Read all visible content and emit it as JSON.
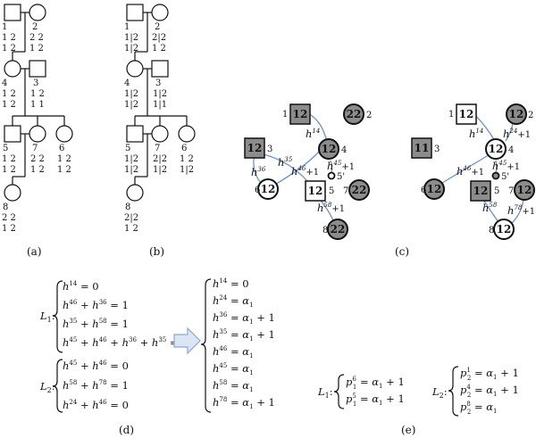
{
  "panel_labels": {
    "a": "(a)",
    "b": "(b)",
    "c": "(c)",
    "d": "(d)",
    "e": "(e)"
  },
  "pedigree_a": {
    "ind1": {
      "id": "1",
      "g1": "1 2",
      "g2": "1 2"
    },
    "ind2": {
      "id": "2",
      "g1": "2 2",
      "g2": "1 2"
    },
    "ind3": {
      "id": "3",
      "g1": "1 2",
      "g2": "1 1"
    },
    "ind4": {
      "id": "4",
      "g1": "1 2",
      "g2": "1 2"
    },
    "ind5": {
      "id": "5",
      "g1": "1 2",
      "g2": "1 2"
    },
    "ind6": {
      "id": "6",
      "g1": "1 2",
      "g2": "1 2"
    },
    "ind7": {
      "id": "7",
      "g1": "2 2",
      "g2": "1 2"
    },
    "ind8": {
      "id": "8",
      "g1": "2 2",
      "g2": "1 2"
    }
  },
  "pedigree_b": {
    "ind1": {
      "id": "1",
      "g1": "1|2",
      "g2": "1|2"
    },
    "ind2": {
      "id": "2",
      "g1": "2|2",
      "g2": "1 2"
    },
    "ind3": {
      "id": "3",
      "g1": "1|2",
      "g2": "1|1"
    },
    "ind4": {
      "id": "4",
      "g1": "1|2",
      "g2": "1|2"
    },
    "ind5": {
      "id": "5",
      "g1": "1|2",
      "g2": "1|2"
    },
    "ind6": {
      "id": "6",
      "g1": "1 2",
      "g2": "1|2"
    },
    "ind7": {
      "id": "7",
      "g1": "2|2",
      "g2": "1|2"
    },
    "ind8": {
      "id": "8",
      "g1": "2|2",
      "g2": "1 2"
    }
  },
  "graph_left": {
    "nodes": {
      "n1": {
        "label": "12",
        "id": "1"
      },
      "n2": {
        "label": "22",
        "id": "2"
      },
      "n3": {
        "label": "12",
        "id": "3"
      },
      "n4": {
        "label": "12",
        "id": "4"
      },
      "n5": {
        "label": "12",
        "id": "5"
      },
      "n5p": {
        "id": "5'"
      },
      "n6": {
        "label": "12",
        "id": "6"
      },
      "n7": {
        "label": "22",
        "id": "7"
      },
      "n8": {
        "label": "22",
        "id": "8"
      }
    },
    "edges": {
      "h14": "h",
      "h14s": "14",
      "h35": "h",
      "h35s": "35",
      "h36": "h",
      "h36s": "36",
      "h46": "h",
      "h46s": "46",
      "h46tail": "+1",
      "h45": "h",
      "h45s": "45",
      "h45tail": "+1",
      "h58": "h",
      "h58s": "58",
      "h58tail": "+1"
    }
  },
  "graph_right": {
    "nodes": {
      "n1": {
        "label": "12",
        "id": "1"
      },
      "n2": {
        "label": "12",
        "id": "2"
      },
      "n3": {
        "label": "11",
        "id": "3"
      },
      "n4": {
        "label": "12",
        "id": "4"
      },
      "n5": {
        "label": "12",
        "id": "5"
      },
      "n5p": {
        "id": "5'"
      },
      "n6": {
        "label": "12",
        "id": "6"
      },
      "n7": {
        "label": "12",
        "id": "7"
      },
      "n8": {
        "label": "12",
        "id": "8"
      }
    },
    "edges": {
      "h14": "h",
      "h14s": "14",
      "h24": "h",
      "h24s": "24",
      "h24tail": "+1",
      "h46": "h",
      "h46s": "46",
      "h46tail": "+1",
      "h45": "h",
      "h45s": "45",
      "h45tail": "+1",
      "h58": "h",
      "h58s": "58",
      "h78": "h",
      "h78s": "78",
      "h78tail": "+1"
    }
  },
  "system_d": {
    "L1_name": "L",
    "L1_sub": "1",
    "L1_eqs": [
      {
        "terms": [
          {
            "b": "h",
            "s": "14"
          }
        ],
        "rhs": " = 0"
      },
      {
        "terms": [
          {
            "b": "h",
            "s": "46"
          },
          {
            "op": " + "
          },
          {
            "b": "h",
            "s": "36"
          }
        ],
        "rhs": " = 1"
      },
      {
        "terms": [
          {
            "b": "h",
            "s": "35"
          },
          {
            "op": " + "
          },
          {
            "b": "h",
            "s": "58"
          }
        ],
        "rhs": " = 1"
      },
      {
        "terms": [
          {
            "b": "h",
            "s": "45"
          },
          {
            "op": " + "
          },
          {
            "b": "h",
            "s": "46"
          },
          {
            "op": " + "
          },
          {
            "b": "h",
            "s": "36"
          },
          {
            "op": " + "
          },
          {
            "b": "h",
            "s": "35"
          }
        ],
        "rhs": " = 0"
      }
    ],
    "L2_name": "L",
    "L2_sub": "2",
    "L2_eqs": [
      {
        "terms": [
          {
            "b": "h",
            "s": "45"
          },
          {
            "op": " + "
          },
          {
            "b": "h",
            "s": "46"
          }
        ],
        "rhs": " = 0"
      },
      {
        "terms": [
          {
            "b": "h",
            "s": "58"
          },
          {
            "op": " + "
          },
          {
            "b": "h",
            "s": "78"
          }
        ],
        "rhs": " = 1"
      },
      {
        "terms": [
          {
            "b": "h",
            "s": "24"
          },
          {
            "op": " + "
          },
          {
            "b": "h",
            "s": "46"
          }
        ],
        "rhs": " = 0"
      }
    ],
    "solution": [
      {
        "lhs": "h",
        "s": "14",
        "rhs": "= 0"
      },
      {
        "lhs": "h",
        "s": "24",
        "rhs": "= α",
        "rs": "1",
        "tail": ""
      },
      {
        "lhs": "h",
        "s": "36",
        "rhs": "= α",
        "rs": "1",
        "tail": " + 1"
      },
      {
        "lhs": "h",
        "s": "35",
        "rhs": "= α",
        "rs": "1",
        "tail": " + 1"
      },
      {
        "lhs": "h",
        "s": "46",
        "rhs": "= α",
        "rs": "1",
        "tail": ""
      },
      {
        "lhs": "h",
        "s": "45",
        "rhs": "= α",
        "rs": "1",
        "tail": ""
      },
      {
        "lhs": "h",
        "s": "58",
        "rhs": "= α",
        "rs": "1",
        "tail": ""
      },
      {
        "lhs": "h",
        "s": "78",
        "rhs": "= α",
        "rs": "1",
        "tail": " + 1"
      }
    ]
  },
  "system_e": {
    "L1_name": "L",
    "L1_sub": "1",
    "L1_rows": [
      {
        "b": "p",
        "sub": "1",
        "sup": "6",
        "rhs": " = α",
        "rs": "1",
        "tail": " + 1"
      },
      {
        "b": "p",
        "sub": "1",
        "sup": "5",
        "rhs": " = α",
        "rs": "1",
        "tail": " + 1"
      }
    ],
    "L2_name": "L",
    "L2_sub": "2",
    "L2_rows": [
      {
        "b": "p",
        "sub": "2",
        "sup": "1",
        "rhs": " = α",
        "rs": "1",
        "tail": " + 1"
      },
      {
        "b": "p",
        "sub": "2",
        "sup": "4",
        "rhs": " = α",
        "rs": "1",
        "tail": " + 1"
      },
      {
        "b": "p",
        "sub": "2",
        "sup": "8",
        "rhs": " = α",
        "rs": "1",
        "tail": ""
      }
    ]
  },
  "colors": {
    "edge": "#6e92c8",
    "node_gray": "#8c8c8c",
    "arrow": "#dbe6f4",
    "arrow_stroke": "#8ea8cc"
  }
}
